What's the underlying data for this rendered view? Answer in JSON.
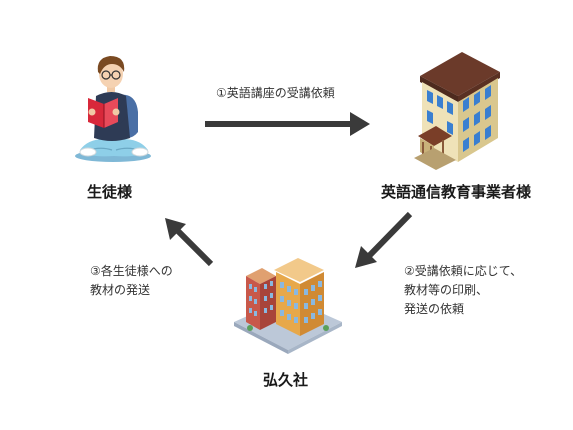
{
  "nodes": {
    "student": "生徒様",
    "provider": "英語通信教育事業者様",
    "company": "弘久社"
  },
  "steps": {
    "step1": "①英語講座の受講依頼",
    "step2_line1": "②受講依頼に応じて、",
    "step2_line2": "教材等の印刷、",
    "step2_line3": "発送の依頼",
    "step3_line1": "③各生徒様への",
    "step3_line2": "教材の発送"
  },
  "colors": {
    "arrow": "#3a3a3a",
    "building_roof": "#6b3a2a",
    "building_wall": "#e8d9a8",
    "building_window": "#3a7fd0",
    "apartment_wall": "#e7a84a",
    "apartment_red": "#c8584a",
    "ground": "#bcc8d8",
    "student_shirt": "#9ad4ea",
    "student_book": "#d8283a"
  },
  "icons": {
    "student": "student-reading-icon",
    "provider": "office-building-icon",
    "company": "apartment-buildings-icon"
  }
}
